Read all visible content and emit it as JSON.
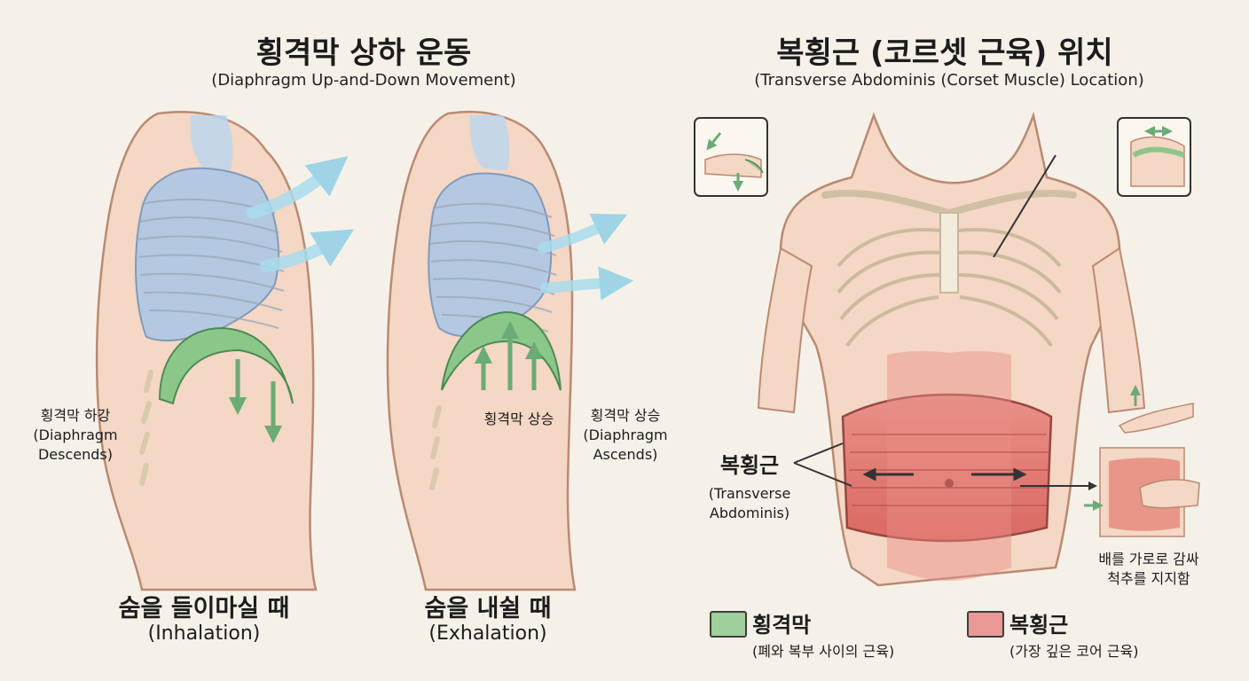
{
  "left": {
    "title": "횡격막 상하 운동",
    "subtitle": "(Diaphragm Up-and-Down Movement)",
    "inhale": {
      "label_ko": "횡격막 하강",
      "label_en_1": "(Diaphragm",
      "label_en_2": "Descends)",
      "caption_ko": "숨을 들이마실 때",
      "caption_en": "(Inhalation)"
    },
    "exhale": {
      "inner_label": "횡격막 상승",
      "label_ko": "횡격막 상승",
      "label_en_1": "(Diaphragm",
      "label_en_2": "Ascends)",
      "caption_ko": "숨을 내쉴 때",
      "caption_en": "(Exhalation)"
    }
  },
  "right": {
    "title": "복횡근 (코르셋 근육) 위치",
    "subtitle": "(Transverse Abdominis (Corset Muscle) Location)",
    "muscle_label_ko": "복횡근",
    "muscle_label_en_1": "(Transverse",
    "muscle_label_en_2": "Abdominis)",
    "support_note_1": "배를 가로로 감싸",
    "support_note_2": "척추를 지지함"
  },
  "legend": {
    "items": [
      {
        "title": "횡격막",
        "sub": "(폐와 복부 사이의 근육)",
        "color": "#9fcf9b"
      },
      {
        "title": "복횡근",
        "sub": "(가장 깊은 코어 근육)",
        "color": "#e99a96"
      }
    ]
  },
  "colors": {
    "background": "#f6f1e8",
    "skin": "#f4d7c4",
    "lung": "#a9c6e8",
    "air_arrow": "#a9dcee",
    "diaphragm": "#8cc78a",
    "muscle": "#e06a62",
    "bone": "#f3ecdd",
    "arrow_green": "#6aab76"
  }
}
